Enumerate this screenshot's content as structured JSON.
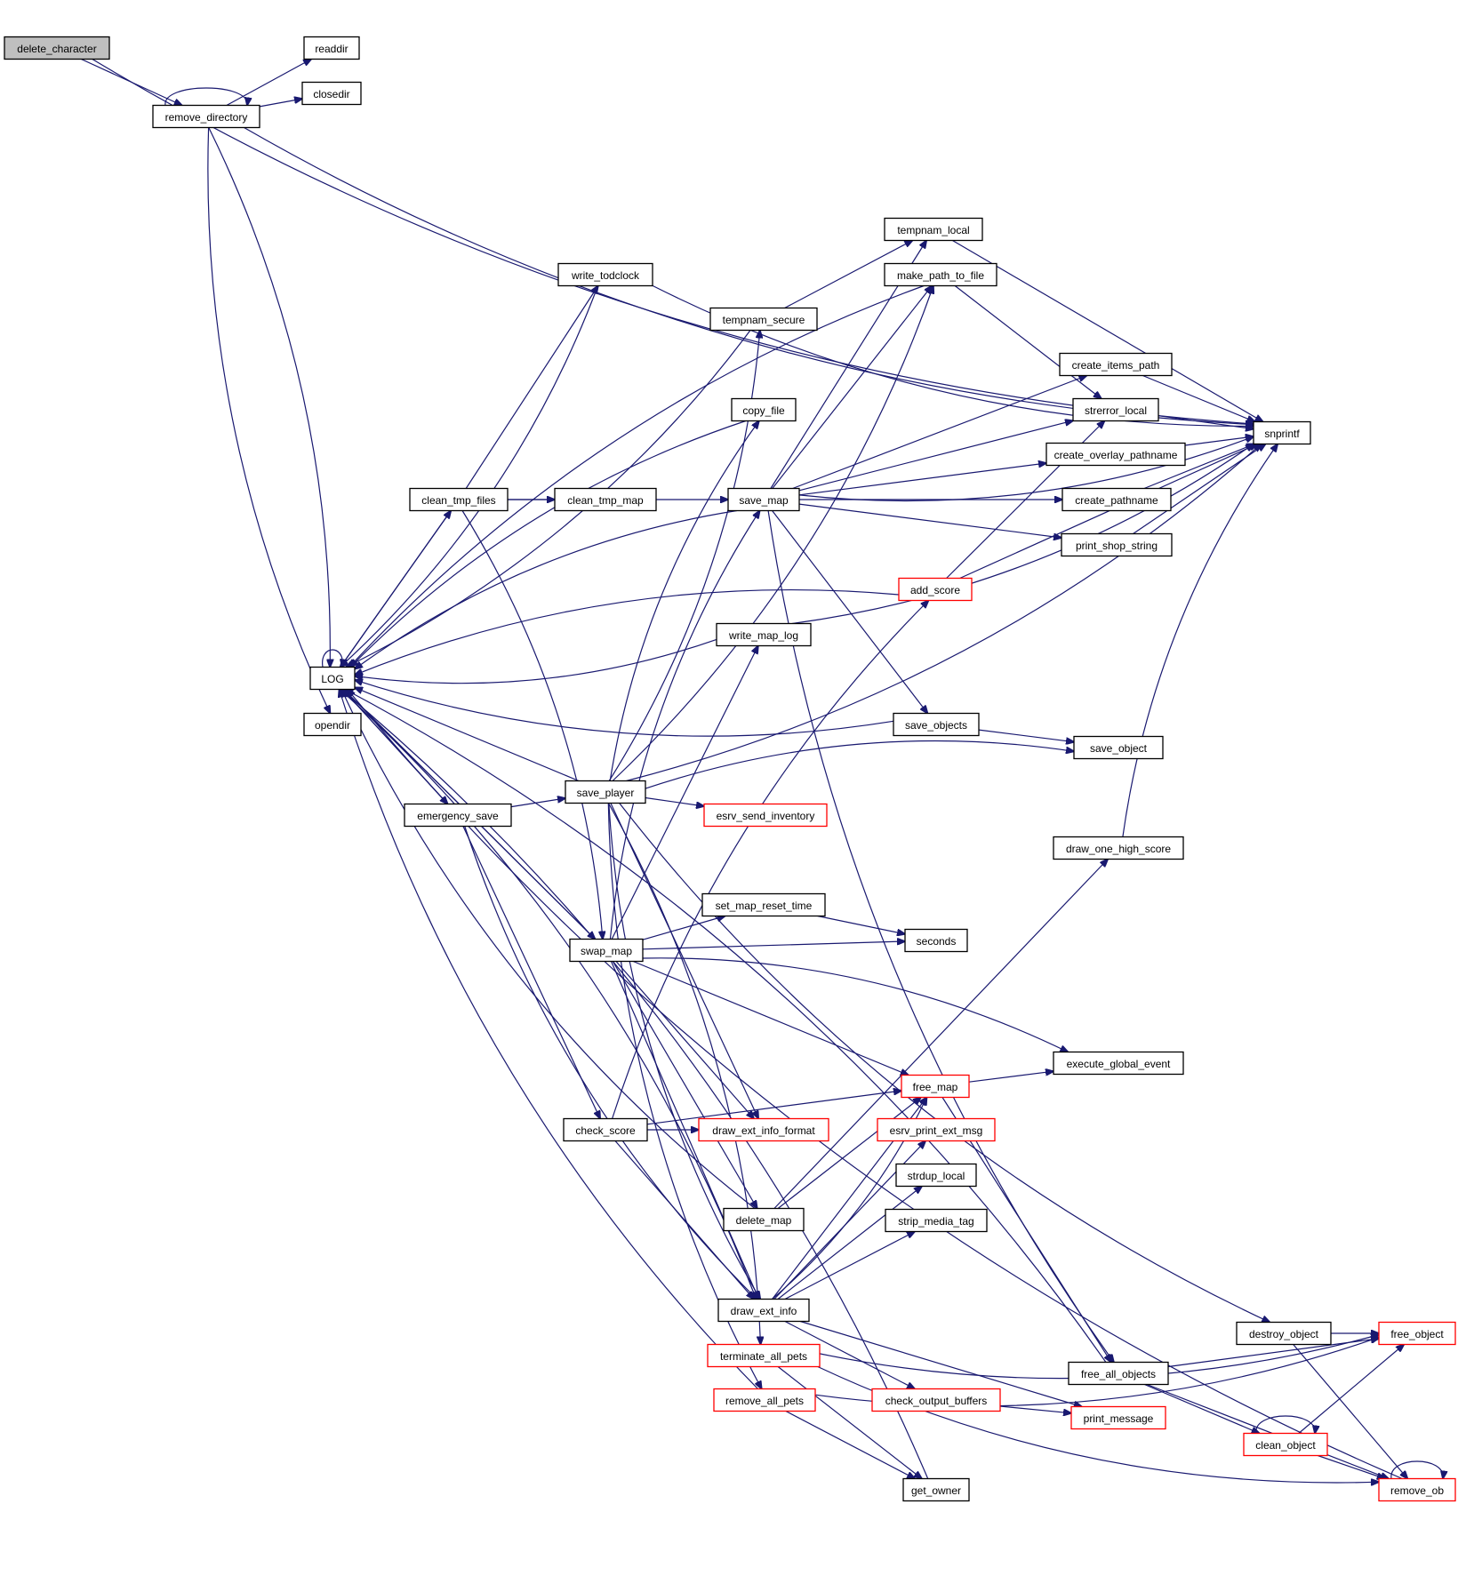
{
  "title": "delete_character call graph",
  "colors": {
    "edge": "#191970",
    "node_border": "#000000",
    "truncated_border": "#ff0000",
    "root_fill": "#bfbfbf",
    "background": "#ffffff"
  },
  "root": "delete_character",
  "nodes": [
    {
      "id": "delete_character",
      "label": "delete_character",
      "style": "root"
    },
    {
      "id": "readdir",
      "label": "readdir",
      "style": "normal"
    },
    {
      "id": "closedir",
      "label": "closedir",
      "style": "normal"
    },
    {
      "id": "remove_directory",
      "label": "remove_directory",
      "style": "normal"
    },
    {
      "id": "LOG",
      "label": "LOG",
      "style": "normal"
    },
    {
      "id": "opendir",
      "label": "opendir",
      "style": "normal"
    },
    {
      "id": "snprintf",
      "label": "snprintf",
      "style": "normal"
    },
    {
      "id": "tempnam_local",
      "label": "tempnam_local",
      "style": "normal"
    },
    {
      "id": "make_path_to_file",
      "label": "make_path_to_file",
      "style": "normal"
    },
    {
      "id": "write_todclock",
      "label": "write_todclock",
      "style": "normal"
    },
    {
      "id": "tempnam_secure",
      "label": "tempnam_secure",
      "style": "normal"
    },
    {
      "id": "create_items_path",
      "label": "create_items_path",
      "style": "normal"
    },
    {
      "id": "copy_file",
      "label": "copy_file",
      "style": "normal"
    },
    {
      "id": "strerror_local",
      "label": "strerror_local",
      "style": "normal"
    },
    {
      "id": "create_overlay_pathname",
      "label": "create_overlay_pathname",
      "style": "normal"
    },
    {
      "id": "clean_tmp_files",
      "label": "clean_tmp_files",
      "style": "normal"
    },
    {
      "id": "clean_tmp_map",
      "label": "clean_tmp_map",
      "style": "normal"
    },
    {
      "id": "save_map",
      "label": "save_map",
      "style": "normal"
    },
    {
      "id": "create_pathname",
      "label": "create_pathname",
      "style": "normal"
    },
    {
      "id": "print_shop_string",
      "label": "print_shop_string",
      "style": "normal"
    },
    {
      "id": "add_score",
      "label": "add_score",
      "style": "truncated"
    },
    {
      "id": "write_map_log",
      "label": "write_map_log",
      "style": "normal"
    },
    {
      "id": "save_objects",
      "label": "save_objects",
      "style": "normal"
    },
    {
      "id": "save_object",
      "label": "save_object",
      "style": "normal"
    },
    {
      "id": "save_player",
      "label": "save_player",
      "style": "normal"
    },
    {
      "id": "emergency_save",
      "label": "emergency_save",
      "style": "normal"
    },
    {
      "id": "esrv_send_inventory",
      "label": "esrv_send_inventory",
      "style": "truncated"
    },
    {
      "id": "draw_one_high_score",
      "label": "draw_one_high_score",
      "style": "normal"
    },
    {
      "id": "set_map_reset_time",
      "label": "set_map_reset_time",
      "style": "normal"
    },
    {
      "id": "swap_map",
      "label": "swap_map",
      "style": "normal"
    },
    {
      "id": "seconds",
      "label": "seconds",
      "style": "normal"
    },
    {
      "id": "execute_global_event",
      "label": "execute_global_event",
      "style": "normal"
    },
    {
      "id": "free_map",
      "label": "free_map",
      "style": "truncated"
    },
    {
      "id": "check_score",
      "label": "check_score",
      "style": "normal"
    },
    {
      "id": "draw_ext_info_format",
      "label": "draw_ext_info_format",
      "style": "truncated"
    },
    {
      "id": "esrv_print_ext_msg",
      "label": "esrv_print_ext_msg",
      "style": "truncated"
    },
    {
      "id": "strdup_local",
      "label": "strdup_local",
      "style": "normal"
    },
    {
      "id": "delete_map",
      "label": "delete_map",
      "style": "normal"
    },
    {
      "id": "strip_media_tag",
      "label": "strip_media_tag",
      "style": "normal"
    },
    {
      "id": "draw_ext_info",
      "label": "draw_ext_info",
      "style": "normal"
    },
    {
      "id": "destroy_object",
      "label": "destroy_object",
      "style": "normal"
    },
    {
      "id": "free_object",
      "label": "free_object",
      "style": "truncated"
    },
    {
      "id": "terminate_all_pets",
      "label": "terminate_all_pets",
      "style": "truncated"
    },
    {
      "id": "free_all_objects",
      "label": "free_all_objects",
      "style": "normal"
    },
    {
      "id": "remove_all_pets",
      "label": "remove_all_pets",
      "style": "truncated"
    },
    {
      "id": "check_output_buffers",
      "label": "check_output_buffers",
      "style": "truncated"
    },
    {
      "id": "print_message",
      "label": "print_message",
      "style": "truncated"
    },
    {
      "id": "clean_object",
      "label": "clean_object",
      "style": "truncated"
    },
    {
      "id": "get_owner",
      "label": "get_owner",
      "style": "normal"
    },
    {
      "id": "remove_ob",
      "label": "remove_ob",
      "style": "truncated"
    }
  ],
  "edges": [
    [
      "delete_character",
      "remove_directory"
    ],
    [
      "delete_character",
      "snprintf"
    ],
    [
      "remove_directory",
      "remove_directory"
    ],
    [
      "remove_directory",
      "readdir"
    ],
    [
      "remove_directory",
      "closedir"
    ],
    [
      "remove_directory",
      "snprintf"
    ],
    [
      "remove_directory",
      "LOG"
    ],
    [
      "remove_directory",
      "opendir"
    ],
    [
      "LOG",
      "LOG"
    ],
    [
      "LOG",
      "clean_tmp_files"
    ],
    [
      "LOG",
      "emergency_save"
    ],
    [
      "LOG",
      "swap_map"
    ],
    [
      "write_todclock",
      "LOG"
    ],
    [
      "write_todclock",
      "snprintf"
    ],
    [
      "tempnam_secure",
      "LOG"
    ],
    [
      "tempnam_secure",
      "tempnam_local"
    ],
    [
      "tempnam_local",
      "snprintf"
    ],
    [
      "make_path_to_file",
      "LOG"
    ],
    [
      "make_path_to_file",
      "strerror_local"
    ],
    [
      "copy_file",
      "LOG"
    ],
    [
      "clean_tmp_files",
      "LOG"
    ],
    [
      "clean_tmp_files",
      "write_todclock"
    ],
    [
      "clean_tmp_files",
      "clean_tmp_map"
    ],
    [
      "clean_tmp_files",
      "save_map"
    ],
    [
      "clean_tmp_files",
      "swap_map"
    ],
    [
      "save_map",
      "LOG"
    ],
    [
      "save_map",
      "tempnam_local"
    ],
    [
      "save_map",
      "make_path_to_file"
    ],
    [
      "save_map",
      "create_items_path"
    ],
    [
      "save_map",
      "strerror_local"
    ],
    [
      "save_map",
      "create_overlay_pathname"
    ],
    [
      "save_map",
      "create_pathname"
    ],
    [
      "save_map",
      "print_shop_string"
    ],
    [
      "save_map",
      "snprintf"
    ],
    [
      "save_map",
      "save_objects"
    ],
    [
      "save_map",
      "free_all_objects"
    ],
    [
      "create_items_path",
      "snprintf"
    ],
    [
      "strerror_local",
      "snprintf"
    ],
    [
      "create_overlay_pathname",
      "snprintf"
    ],
    [
      "create_pathname",
      "snprintf"
    ],
    [
      "print_shop_string",
      "snprintf"
    ],
    [
      "add_score",
      "LOG"
    ],
    [
      "add_score",
      "strerror_local"
    ],
    [
      "add_score",
      "snprintf"
    ],
    [
      "write_map_log",
      "LOG"
    ],
    [
      "write_map_log",
      "snprintf"
    ],
    [
      "save_objects",
      "LOG"
    ],
    [
      "save_objects",
      "save_object"
    ],
    [
      "save_player",
      "LOG"
    ],
    [
      "save_player",
      "tempnam_secure"
    ],
    [
      "save_player",
      "copy_file"
    ],
    [
      "save_player",
      "make_path_to_file"
    ],
    [
      "save_player",
      "save_object"
    ],
    [
      "save_player",
      "snprintf"
    ],
    [
      "save_player",
      "esrv_send_inventory"
    ],
    [
      "save_player",
      "destroy_object"
    ],
    [
      "save_player",
      "draw_ext_info_format"
    ],
    [
      "save_player",
      "draw_ext_info"
    ],
    [
      "save_player",
      "terminate_all_pets"
    ],
    [
      "save_player",
      "remove_all_pets"
    ],
    [
      "emergency_save",
      "LOG"
    ],
    [
      "emergency_save",
      "save_player"
    ],
    [
      "emergency_save",
      "check_score"
    ],
    [
      "emergency_save",
      "draw_ext_info"
    ],
    [
      "draw_one_high_score",
      "snprintf"
    ],
    [
      "swap_map",
      "LOG"
    ],
    [
      "swap_map",
      "save_map"
    ],
    [
      "swap_map",
      "write_map_log"
    ],
    [
      "swap_map",
      "set_map_reset_time"
    ],
    [
      "swap_map",
      "seconds"
    ],
    [
      "swap_map",
      "execute_global_event"
    ],
    [
      "swap_map",
      "free_map"
    ],
    [
      "swap_map",
      "draw_ext_info_format"
    ],
    [
      "swap_map",
      "delete_map"
    ],
    [
      "swap_map",
      "draw_ext_info"
    ],
    [
      "set_map_reset_time",
      "seconds"
    ],
    [
      "free_map",
      "execute_global_event"
    ],
    [
      "free_map",
      "free_all_objects"
    ],
    [
      "check_score",
      "add_score"
    ],
    [
      "check_score",
      "draw_ext_info_format"
    ],
    [
      "check_score",
      "free_map"
    ],
    [
      "check_score",
      "draw_ext_info"
    ],
    [
      "delete_map",
      "LOG"
    ],
    [
      "delete_map",
      "free_map"
    ],
    [
      "delete_map",
      "draw_one_high_score"
    ],
    [
      "draw_ext_info",
      "LOG"
    ],
    [
      "draw_ext_info",
      "free_map"
    ],
    [
      "draw_ext_info",
      "esrv_print_ext_msg"
    ],
    [
      "draw_ext_info",
      "strdup_local"
    ],
    [
      "draw_ext_info",
      "strip_media_tag"
    ],
    [
      "draw_ext_info",
      "check_output_buffers"
    ],
    [
      "draw_ext_info",
      "print_message"
    ],
    [
      "draw_ext_info",
      "free_map"
    ],
    [
      "terminate_all_pets",
      "free_object"
    ],
    [
      "terminate_all_pets",
      "get_owner"
    ],
    [
      "terminate_all_pets",
      "remove_ob"
    ],
    [
      "remove_all_pets",
      "LOG"
    ],
    [
      "remove_all_pets",
      "free_object"
    ],
    [
      "remove_all_pets",
      "get_owner"
    ],
    [
      "check_output_buffers",
      "print_message"
    ],
    [
      "destroy_object",
      "free_object"
    ],
    [
      "destroy_object",
      "remove_ob"
    ],
    [
      "free_all_objects",
      "free_object"
    ],
    [
      "free_all_objects",
      "clean_object"
    ],
    [
      "free_all_objects",
      "remove_ob"
    ],
    [
      "free_all_objects",
      "LOG"
    ],
    [
      "clean_object",
      "clean_object"
    ],
    [
      "clean_object",
      "free_object"
    ],
    [
      "clean_object",
      "remove_ob"
    ],
    [
      "remove_ob",
      "remove_ob"
    ],
    [
      "remove_ob",
      "LOG"
    ],
    [
      "get_owner",
      "LOG"
    ]
  ]
}
